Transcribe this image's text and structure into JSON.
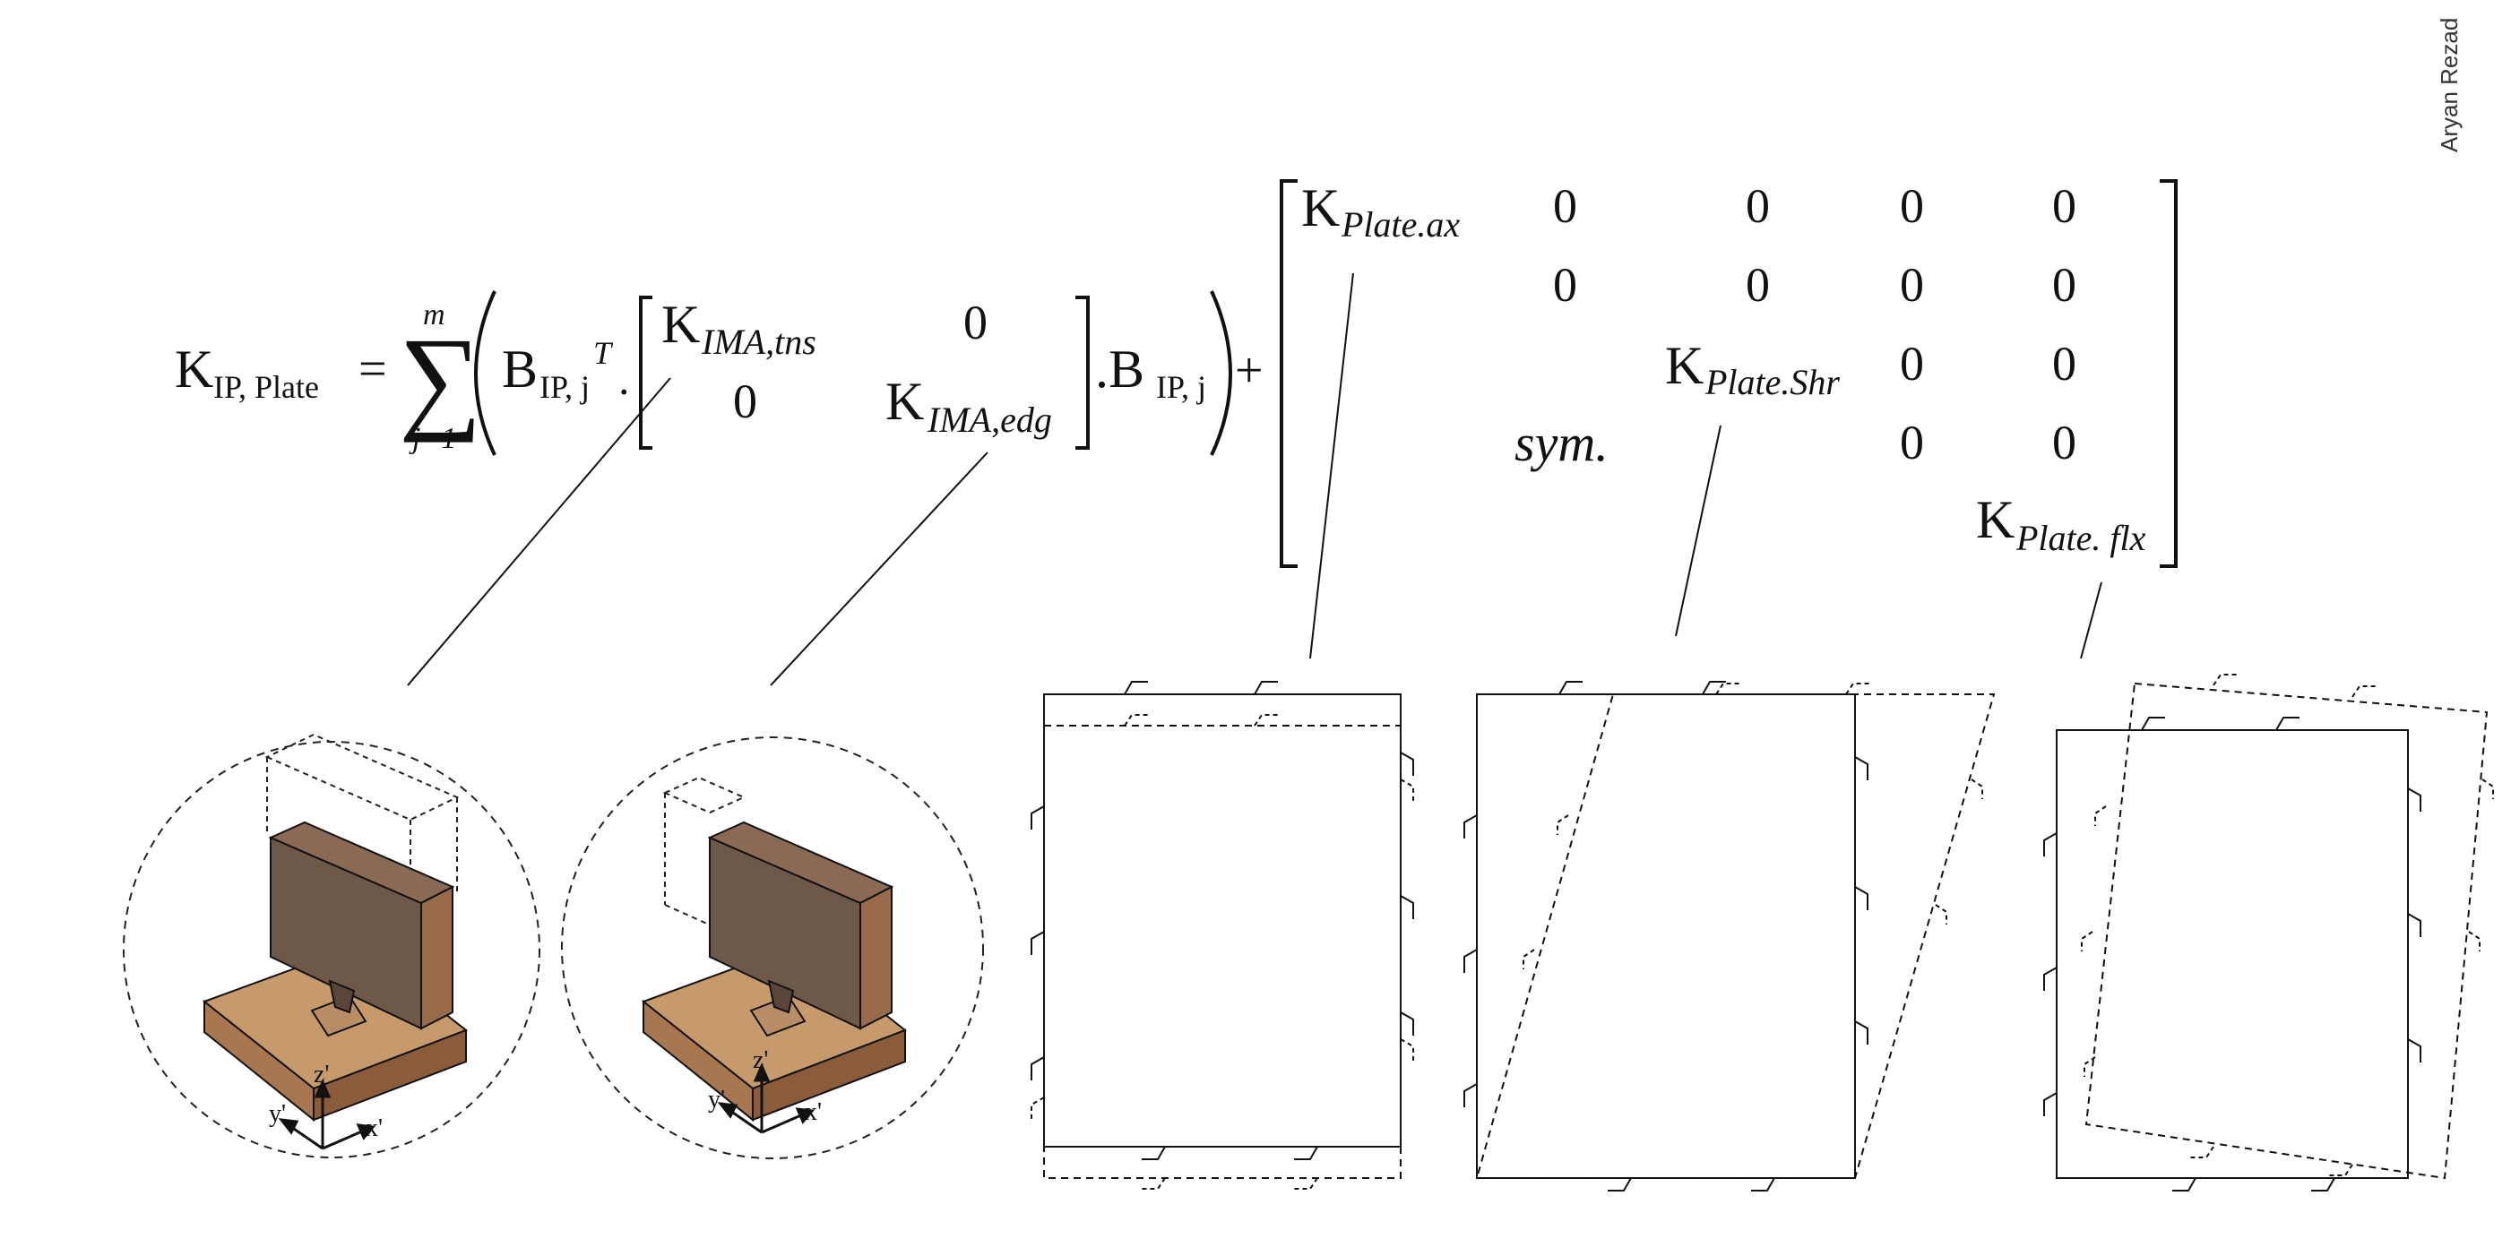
{
  "author": "Aryan Rezad",
  "equation": {
    "lhs_main": "K",
    "lhs_sub": "IP, Plate",
    "equals": "=",
    "sum_upper": "m",
    "sum_lower": "j=1",
    "b_main": "B",
    "b_sub": "IP, j",
    "transpose": "T",
    "dot": ".",
    "plus": "+",
    "sym": "sym.",
    "zero": "0",
    "k_main": "K",
    "k_ima_tns": "IMA,tns",
    "k_ima_edg": "IMA,edg",
    "dot_b": ".B",
    "b_sub2": "IP, j",
    "k_plate_ax": "Plate.ax",
    "k_plate_shr": "Plate.Shr",
    "k_plate_flx": "Plate. flx"
  },
  "axes_1": {
    "z": "z'",
    "y": "y'",
    "x": "x'"
  },
  "axes_2": {
    "z": "z'",
    "y": "y'",
    "x": "x'"
  },
  "colors": {
    "wood_top": "#c79a6c",
    "wood_side_light": "#a9774f",
    "wood_side_dark": "#8a5c3a",
    "panel_face": "#6e5848",
    "panel_side": "#9a6b4b",
    "line": "#111111"
  },
  "icons": [
    "summation-symbol",
    "bracket-left",
    "bracket-right",
    "parenthesis-left",
    "parenthesis-right"
  ]
}
